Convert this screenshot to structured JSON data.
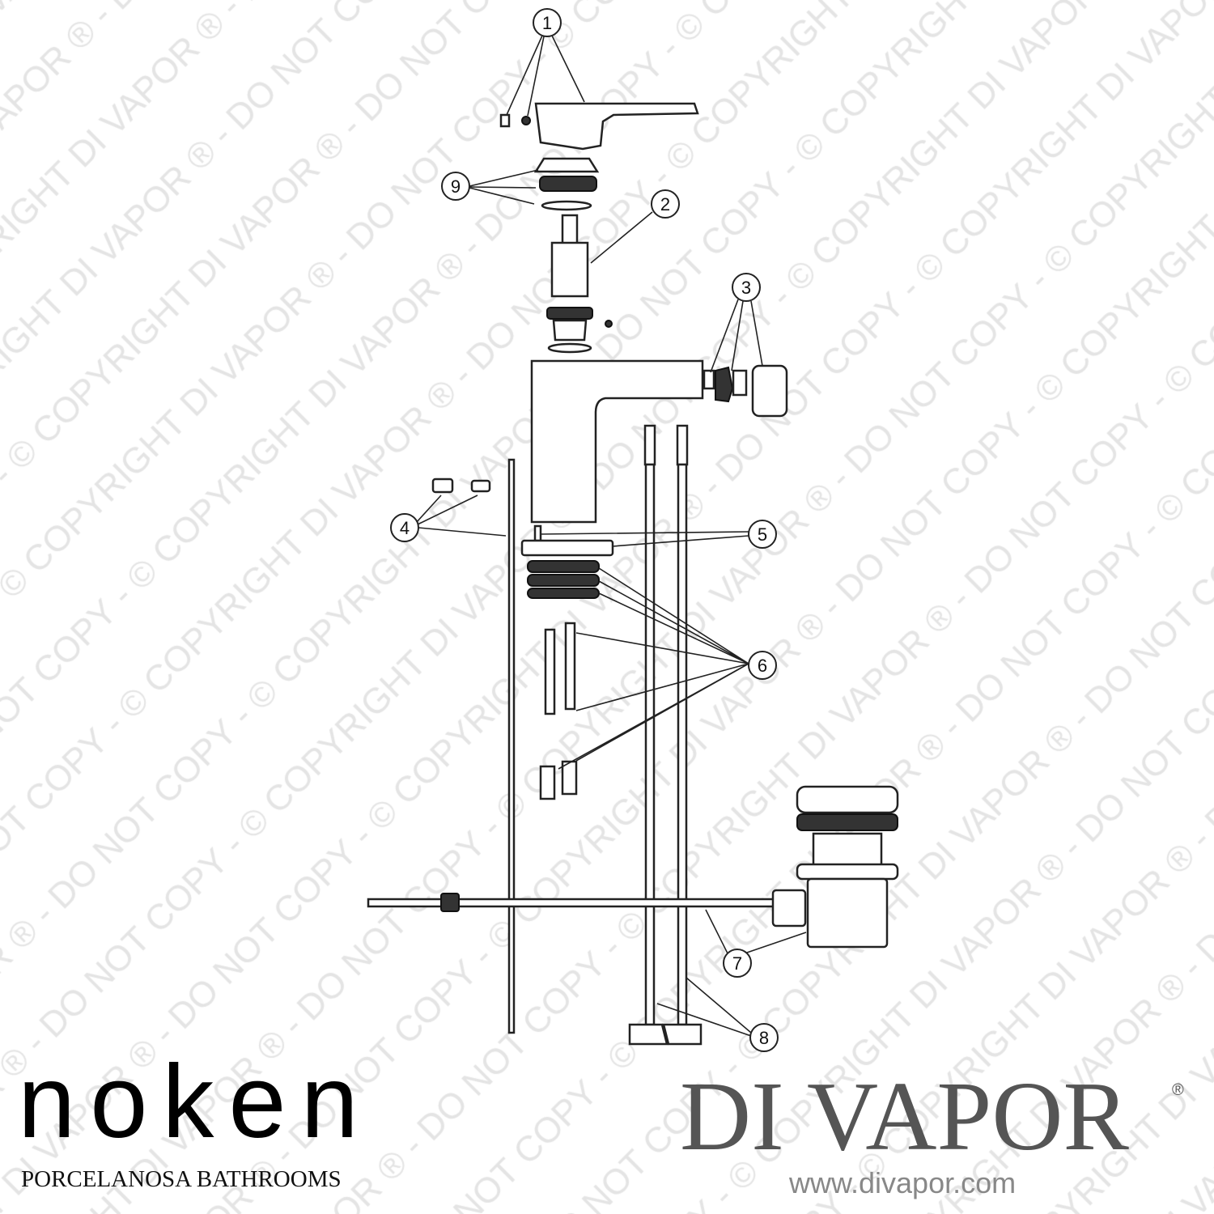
{
  "watermark": "© COPYRIGHT DI VAPOR ® - DO NOT COPY - © COPYRIGHT DI VAPOR ® - DO NOT COPY - © COPYRIGHT DI VAPOR ®",
  "callouts": [
    "1",
    "2",
    "3",
    "4",
    "5",
    "6",
    "7",
    "8",
    "9"
  ],
  "brand_left": {
    "name": "noken",
    "subtitle": "PORCELANOSA BATHROOMS"
  },
  "brand_right": {
    "name": "DI VAPOR",
    "registered": "®",
    "url": "www.divapor.com"
  },
  "colors": {
    "line": "#222222",
    "watermark": "#e4e4e4",
    "divapor": "#555555"
  }
}
